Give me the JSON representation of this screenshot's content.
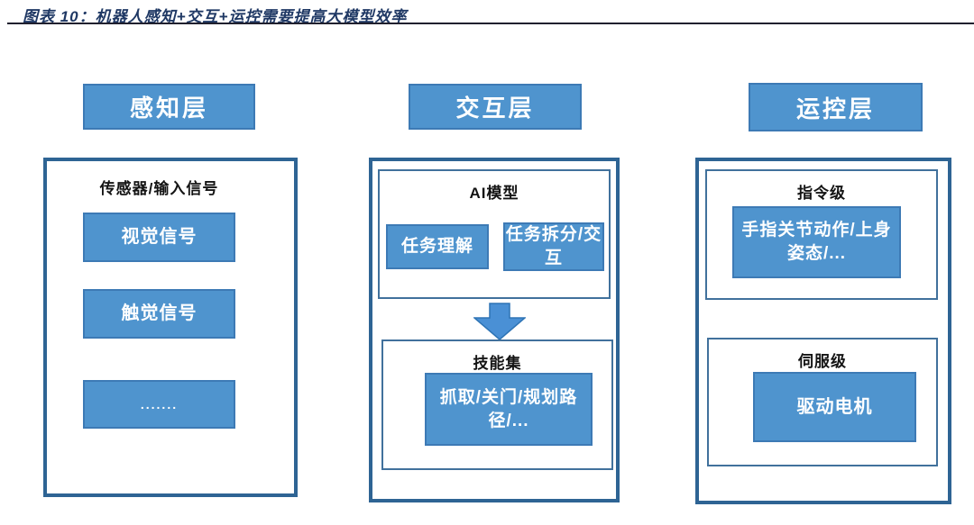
{
  "figure_title": "图表 10：机器人感知+交互+运控需要提高大模型效率",
  "colors": {
    "box_fill": "#4f94ce",
    "box_border": "#3d7ab5",
    "outer_border": "#2e6494",
    "inner_border": "#41719c",
    "title_text": "#1f3864",
    "heading_text": "#141414"
  },
  "perception": {
    "header": "感知层",
    "section_title": "传感器/输入信号",
    "items": [
      "视觉信号",
      "触觉信号",
      "......."
    ]
  },
  "interaction": {
    "header": "交互层",
    "ai_model": {
      "title": "AI模型",
      "items": [
        "任务理解",
        "任务拆分/交互"
      ]
    },
    "arrow_icon": "down-arrow",
    "skill_set": {
      "title": "技能集",
      "items": [
        "抓取/关门/规划路径/..."
      ]
    }
  },
  "motion_control": {
    "header": "运控层",
    "command_level": {
      "title": "指令级",
      "items": [
        "手指关节动作/上身姿态/..."
      ]
    },
    "servo_level": {
      "title": "伺服级",
      "items": [
        "驱动电机"
      ]
    }
  }
}
